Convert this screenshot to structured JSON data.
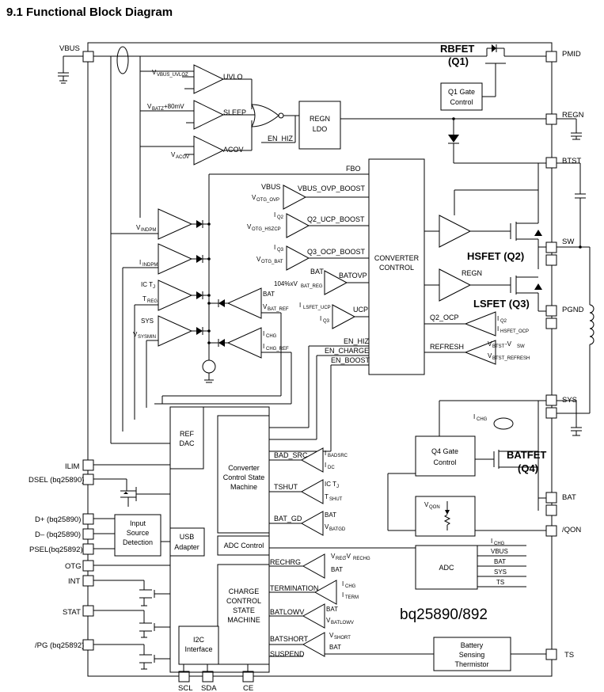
{
  "heading": "9.1   Functional Block Diagram",
  "part_number": "bq25890/892",
  "fets": {
    "rbfet": "RBFET",
    "rbfet_q": "(Q1)",
    "hsfet": "HSFET (Q2)",
    "lsfet": "LSFET (Q3)",
    "batfet": "BATFET",
    "batfet_q": "(Q4)"
  },
  "pins_left": {
    "vbus": "VBUS",
    "ilim": "ILIM",
    "dsel": "DSEL (bq25890)",
    "dplus": "D+ (bq25890)",
    "dminus": "D– (bq25890)",
    "psel": "PSEL(bq25892)",
    "otg": "OTG",
    "int": "INT",
    "stat": "STAT",
    "pg": "/PG (bq25892)"
  },
  "pins_right": {
    "pmid": "PMID",
    "regn": "REGN",
    "btst": "BTST",
    "sw": "SW",
    "pgnd": "PGND",
    "sys": "SYS",
    "bat": "BAT",
    "qon": "/QON",
    "ts": "TS"
  },
  "pins_bottom": {
    "scl": "SCL",
    "sda": "SDA",
    "ce": "CE"
  },
  "blocks": {
    "q1_gate": [
      "Q1 Gate",
      "Control"
    ],
    "regn_ldo": [
      "REGN",
      "LDO"
    ],
    "converter_control": [
      "CONVERTER",
      "CONTROL"
    ],
    "ref_dac": [
      "REF",
      "DAC"
    ],
    "usb_adapter": [
      "USB",
      "Adapter"
    ],
    "input_source": [
      "Input",
      "Source",
      "Detection"
    ],
    "conv_state": [
      "Converter",
      "Control State",
      "Machine"
    ],
    "adc_control": "ADC Control",
    "charge_state": [
      "CHARGE",
      "CONTROL",
      "STATE",
      "MACHINE"
    ],
    "i2c": [
      "I2C",
      "Interface"
    ],
    "q4_gate": [
      "Q4 Gate",
      "Control"
    ],
    "adc": "ADC",
    "thermistor": [
      "Battery",
      "Sensing",
      "Thermistor"
    ]
  },
  "signals": {
    "uvlo": "UVLO",
    "sleep": "SLEEP",
    "acov": "ACOV",
    "v_uvloz": "V",
    "v_uvloz_sub": "VBUS_UVLOZ",
    "v_batz": "V",
    "v_batz_sub": "BATZ",
    "v_batz_tail": " +80mV",
    "v_acov": "V",
    "v_acov_sub": "ACOV",
    "en_hiz_top": "EN_HIZ",
    "fbo": "FBO",
    "vbus_ovp_in": "VBUS",
    "v_otg_ovp": "V",
    "v_otg_ovp_sub": "OTG_OVP",
    "vbus_ovp_boost": "VBUS_OVP_BOOST",
    "i_q2": "I",
    "i_q2_sub": "Q2",
    "v_otg_hszcp": "V",
    "v_otg_hszcp_sub": "OTG_HSZCP",
    "q2_ucp_boost": "Q2_UCP_BOOST",
    "i_q3": "I",
    "i_q3_sub": "Q3",
    "v_otg_bat": "V",
    "v_otg_bat_sub": "OTG_BAT",
    "q3_ocp_boost": "Q3_OCP_BOOST",
    "bat_batovp": "BAT",
    "v_bat_reg": "104%xV",
    "v_bat_reg_sub": "BAT_REG",
    "batovp": "BATOVP",
    "i_lsfet_ucp": "I",
    "i_lsfet_ucp_sub": "LSFET_UCP",
    "i_q3b": "I",
    "i_q3b_sub": "Q3",
    "ucp": "UCP",
    "en_hiz": "EN_HIZ",
    "en_charge": "EN_CHARGE",
    "en_boost": "EN_BOOST",
    "v_indpm": "V",
    "v_indpm_sub": "INDPM",
    "i_indpm": "I",
    "i_indpm_sub": "INDPM",
    "ic_tj": "IC T",
    "ic_tj_sub": "J",
    "t_reg": "T",
    "t_reg_sub": "REG",
    "sys_cmp": "SYS",
    "v_sysmin": "V",
    "v_sysmin_sub": "SYSMIN",
    "bat_ref_a": "BAT",
    "v_bat_ref": "V",
    "v_bat_ref_sub": "BAT_REF",
    "i_chg_a": "I",
    "i_chg_a_sub": "CHG",
    "i_chg_ref": "I",
    "i_chg_ref_sub": "CHG_REF",
    "regn_drv": "REGN",
    "q2_ocp": "Q2_OCP",
    "i_q2b": "I",
    "i_q2b_sub": "Q2",
    "i_hsfet_ocp": "I",
    "i_hsfet_ocp_sub": "HSFET_OCP",
    "refresh": "REFRESH",
    "v_btst_sw": "V",
    "v_btst_sw_sub": "BTST",
    "v_btst_sw_tail": " -V",
    "v_btst_sw_sub2": "SW",
    "v_btst_refresh": "V",
    "v_btst_refresh_sub": "BTST_REFRESH",
    "i_chg_q4": "I",
    "i_chg_q4_sub": "CHG",
    "v_qon": "V",
    "v_qon_sub": "QON",
    "bad_src": "BAD_SRC",
    "i_badsrc": "I",
    "i_badsrc_sub": "BADSRC",
    "i_dc": "I",
    "i_dc_sub": "DC",
    "tshut": "TSHUT",
    "ic_tj2": "IC T",
    "ic_tj2_sub": "J",
    "t_shut": "T",
    "t_shut_sub": "SHUT",
    "bat_gd": "BAT_GD",
    "bat_gd_bat": "BAT",
    "v_batgd": "V",
    "v_batgd_sub": "BATGD",
    "rechrg": "RECHRG",
    "v_reg_rechg": "V",
    "v_reg_rechg_sub": "REG",
    "v_reg_rechg_tail": "-V",
    "v_reg_rechg_sub2": "RECHG",
    "rechrg_bat": "BAT",
    "termination": "TERMINATION",
    "i_chg_t": "I",
    "i_chg_t_sub": "CHG",
    "i_term": "I",
    "i_term_sub": "TERM",
    "batlowv": "BATLOWV",
    "batlowv_bat": "BAT",
    "v_batlowv": "V",
    "v_batlowv_sub": "BATLOWV",
    "batshort": "BATSHORT",
    "v_short": "V",
    "v_short_sub": "SHORT",
    "batshort_bat": "BAT",
    "suspend": "SUSPEND",
    "adc_ichg": "I",
    "adc_ichg_sub": "CHG",
    "adc_vbus": "VBUS",
    "adc_bat": "BAT",
    "adc_sys": "SYS",
    "adc_ts": "TS"
  }
}
